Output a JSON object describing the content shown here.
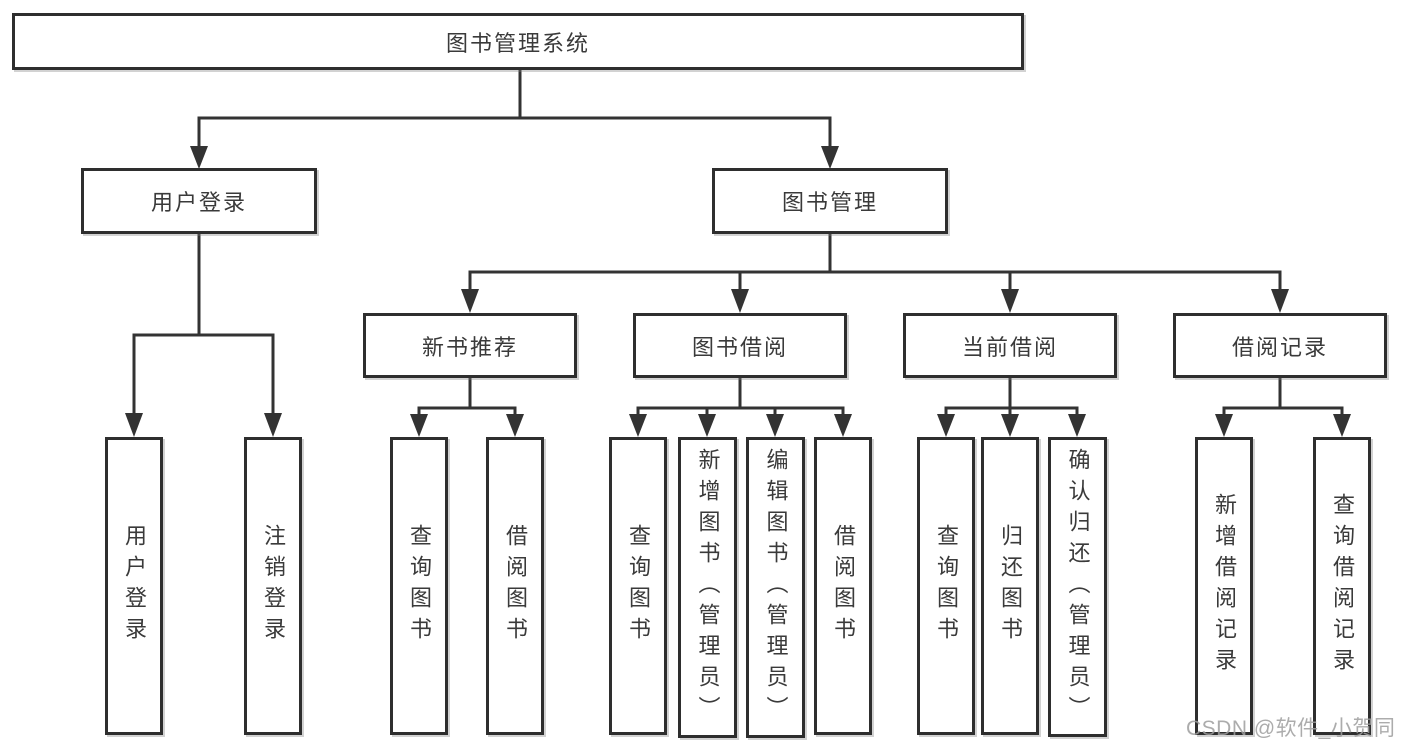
{
  "diagram": {
    "tree": {
      "root": "图书管理系统",
      "login": {
        "label": "用户登录",
        "children": [
          "用户登录",
          "注销登录"
        ]
      },
      "management": {
        "label": "图书管理",
        "sections": [
          {
            "label": "新书推荐",
            "children": [
              "查询图书",
              "借阅图书"
            ]
          },
          {
            "label": "图书借阅",
            "children": [
              "查询图书",
              "新增图书（管理员）",
              "编辑图书（管理员）",
              "借阅图书"
            ]
          },
          {
            "label": "当前借阅",
            "children": [
              "查询图书",
              "归还图书",
              "确认归还（管理员）"
            ]
          },
          {
            "label": "借阅记录",
            "children": [
              "新增借阅记录",
              "查询借阅记录"
            ]
          }
        ]
      }
    },
    "colors": {
      "line": "#333333",
      "box_border": "#2e2e2e",
      "box_fill": "#ffffff",
      "text": "#3a3a3a",
      "watermark": "#9e9e9e"
    }
  },
  "watermark": "CSDN @软件_小贺同学"
}
